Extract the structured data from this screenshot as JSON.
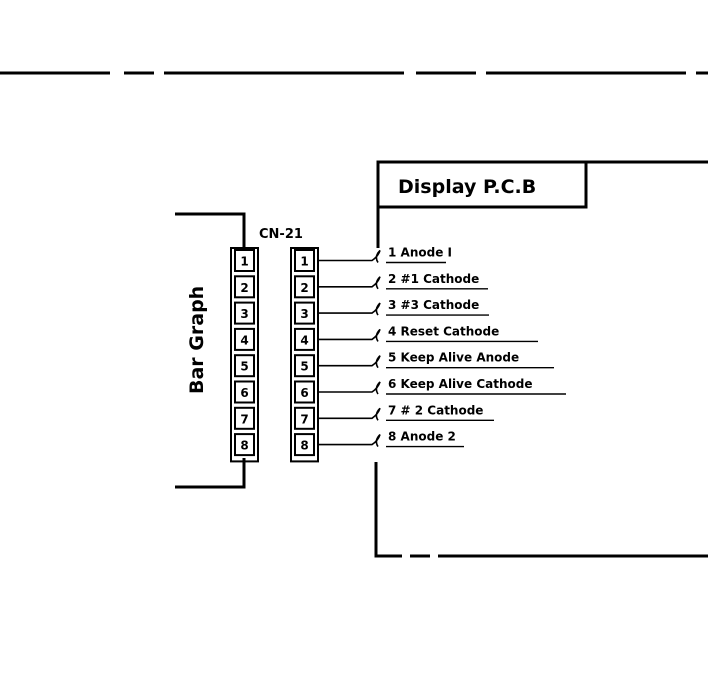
{
  "pcb_title": "Display  P.C.B",
  "bar_graph_label": "Bar Graph",
  "connector_label": "CN-21",
  "left_pins": [
    "1",
    "2",
    "3",
    "4",
    "5",
    "6",
    "7",
    "8"
  ],
  "right_pins": [
    "1",
    "2",
    "3",
    "4",
    "5",
    "6",
    "7",
    "8"
  ],
  "signals": [
    "1 Anode I",
    "2 #1 Cathode",
    "3 #3 Cathode",
    "4 Reset  Cathode",
    "5 Keep Alive Anode",
    "6 Keep Alive Cathode",
    "7 # 2 Cathode",
    "8 Anode 2"
  ],
  "colors": {
    "ink": "#000000",
    "paper": "#ffffff"
  }
}
